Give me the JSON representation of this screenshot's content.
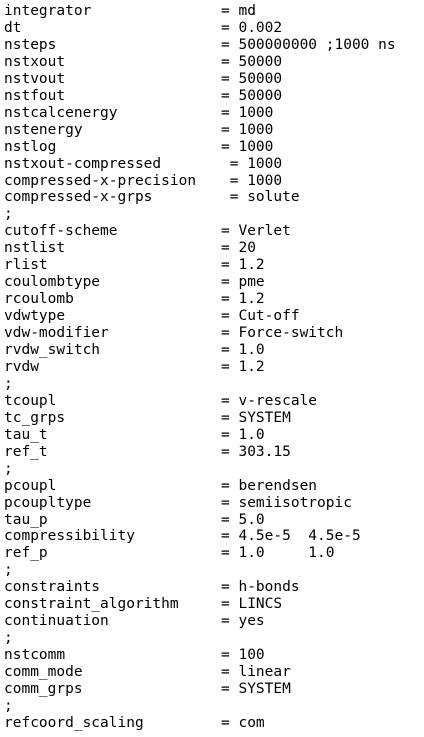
{
  "lines": [
    {
      "key": "integrator",
      "value": "= md"
    },
    {
      "key": "dt",
      "value": "= 0.002"
    },
    {
      "key": "nsteps",
      "value": "= 500000000 ;1000 ns"
    },
    {
      "key": "nstxout",
      "value": "= 50000"
    },
    {
      "key": "nstvout",
      "value": "= 50000"
    },
    {
      "key": "nstfout",
      "value": "= 50000"
    },
    {
      "key": "nstcalcenergy",
      "value": "= 1000"
    },
    {
      "key": "nstenergy",
      "value": "= 1000"
    },
    {
      "key": "nstlog",
      "value": "= 1000"
    },
    {
      "key": "nstxout-compressed",
      "value": " = 1000"
    },
    {
      "key": "compressed-x-precision",
      "value": " = 1000"
    },
    {
      "key": "compressed-x-grps",
      "value": " = solute"
    },
    {
      "key": ";",
      "value": ""
    },
    {
      "key": "cutoff-scheme",
      "value": "= Verlet"
    },
    {
      "key": "nstlist",
      "value": "= 20"
    },
    {
      "key": "rlist",
      "value": "= 1.2"
    },
    {
      "key": "coulombtype",
      "value": "= pme"
    },
    {
      "key": "rcoulomb",
      "value": "= 1.2"
    },
    {
      "key": "vdwtype",
      "value": "= Cut-off"
    },
    {
      "key": "vdw-modifier",
      "value": "= Force-switch"
    },
    {
      "key": "rvdw_switch",
      "value": "= 1.0"
    },
    {
      "key": "rvdw",
      "value": "= 1.2"
    },
    {
      "key": ";",
      "value": ""
    },
    {
      "key": "tcoupl",
      "value": "= v-rescale"
    },
    {
      "key": "tc_grps",
      "value": "= SYSTEM"
    },
    {
      "key": "tau_t",
      "value": "= 1.0"
    },
    {
      "key": "ref_t",
      "value": "= 303.15"
    },
    {
      "key": ";",
      "value": ""
    },
    {
      "key": "pcoupl",
      "value": "= berendsen"
    },
    {
      "key": "pcoupltype",
      "value": "= semiisotropic"
    },
    {
      "key": "tau_p",
      "value": "= 5.0"
    },
    {
      "key": "compressibility",
      "value": "= 4.5e-5  4.5e-5"
    },
    {
      "key": "ref_p",
      "value": "= 1.0     1.0"
    },
    {
      "key": ";",
      "value": ""
    },
    {
      "key": "constraints",
      "value": "= h-bonds"
    },
    {
      "key": "constraint_algorithm",
      "value": "= LINCS"
    },
    {
      "key": "continuation",
      "value": "= yes"
    },
    {
      "key": ";",
      "value": ""
    },
    {
      "key": "nstcomm",
      "value": "= 100"
    },
    {
      "key": "comm_mode",
      "value": "= linear"
    },
    {
      "key": "comm_grps",
      "value": "= SYSTEM"
    },
    {
      "key": ";",
      "value": ""
    },
    {
      "key": "refcoord_scaling",
      "value": "= com"
    }
  ]
}
